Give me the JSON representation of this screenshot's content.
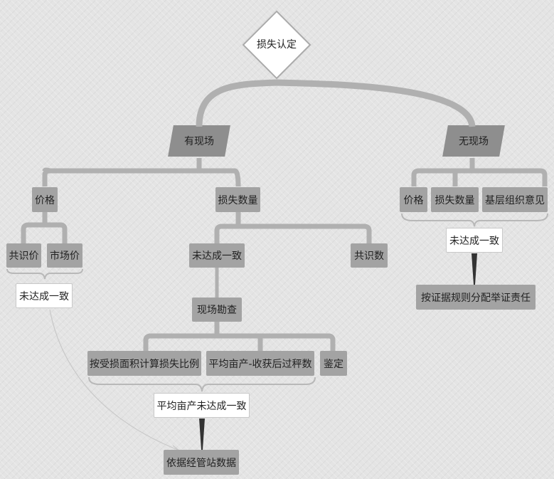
{
  "root": "损失认定",
  "left": {
    "title": "有现场",
    "price": {
      "label": "价格",
      "children": [
        "共识价",
        "市场价"
      ],
      "outcome": "未达成一致"
    },
    "quantity": {
      "label": "损失数量",
      "children": [
        "未达成一致",
        "共识数"
      ],
      "survey": "现场勘查",
      "methods": [
        "按受损面积计算损失比例",
        "平均亩产-收获后过秤数",
        "鉴定"
      ],
      "outcome": "平均亩产未达成一致",
      "result": "依据经管站数据"
    }
  },
  "right": {
    "title": "无现场",
    "children": [
      "价格",
      "损失数量",
      "基层组织意见"
    ],
    "outcome": "未达成一致",
    "result": "按证据规则分配举证责任"
  }
}
